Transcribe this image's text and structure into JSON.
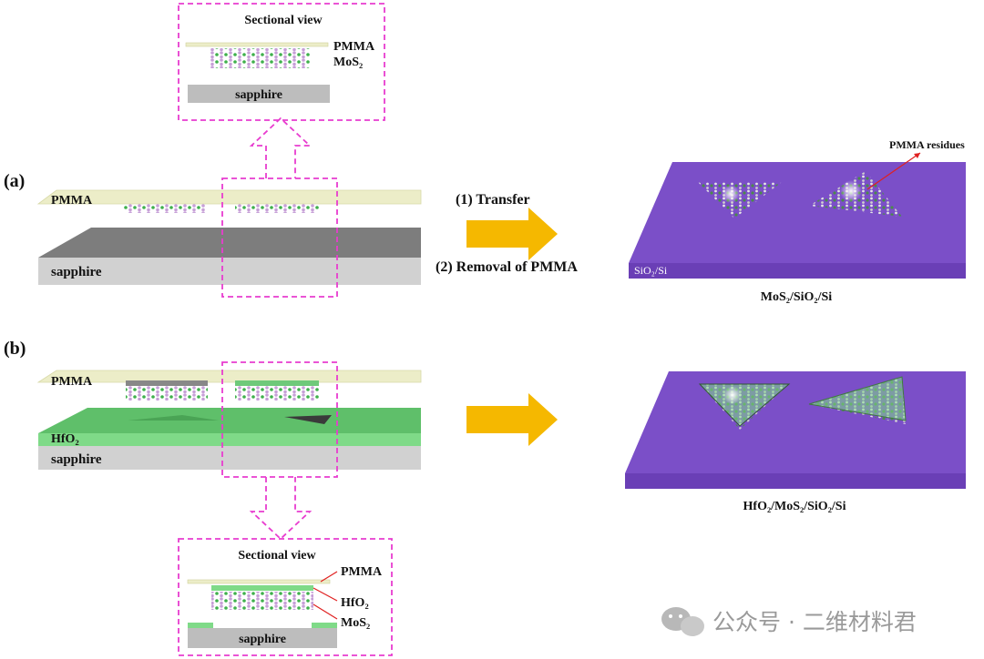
{
  "panels": {
    "a": {
      "label": "(a)",
      "pmma": "PMMA",
      "substrate": "sapphire",
      "sectional": {
        "title": "Sectional view",
        "pmma": "PMMA",
        "mos2": "MoS₂",
        "substrate": "sapphire"
      }
    },
    "b": {
      "label": "(b)",
      "pmma": "PMMA",
      "hfo2": "HfO₂",
      "substrate": "sapphire",
      "sectional": {
        "title": "Sectional view",
        "pmma": "PMMA",
        "hfo2": "HfO₂",
        "mos2": "MoS₂",
        "substrate": "sapphire"
      }
    }
  },
  "process": {
    "step1": "(1) Transfer",
    "step2": "(2) Removal of PMMA"
  },
  "results": {
    "a": {
      "substrate_label": "SiO₂/Si",
      "residue_label": "PMMA residues",
      "caption": "MoS₂/SiO₂/Si"
    },
    "b": {
      "caption": "HfO₂/MoS₂/SiO₂/Si"
    }
  },
  "watermark": "公众号 · 二维材料君",
  "colors": {
    "pmma": "#ecedc8",
    "sapphire_top": "#7d7d7d",
    "sapphire_side": "#cfcfcf",
    "hfo2": "#6fd07a",
    "sio2": "#7b4fc8",
    "arrow": "#f5b800",
    "dash": "#e83ccf"
  }
}
